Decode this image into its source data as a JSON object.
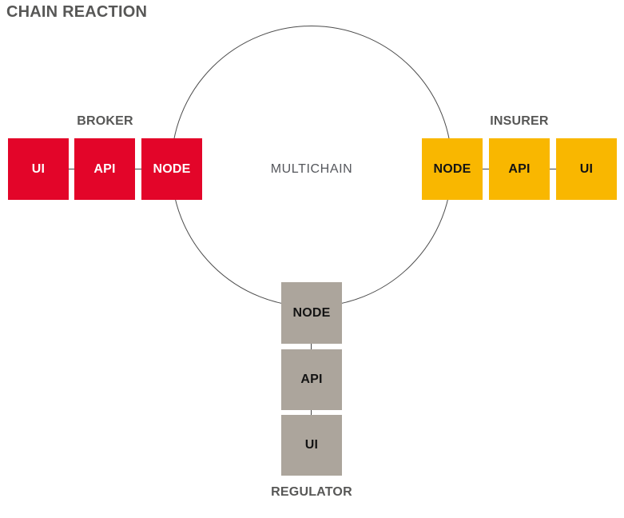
{
  "title": "CHAIN REACTION",
  "title_color": "#575756",
  "diagram": {
    "center_label": "MULTICHAIN",
    "center_label_color": "#55575c",
    "circle_color": "#4c4c4c",
    "connector_color": "#444444",
    "label_color": "#575756",
    "groups": {
      "broker": {
        "label": "BROKER",
        "color": "#e30529",
        "text_color": "#ffffff",
        "items": [
          "UI",
          "API",
          "NODE"
        ]
      },
      "insurer": {
        "label": "INSURER",
        "color": "#f9b700",
        "text_color": "#141414",
        "items": [
          "NODE",
          "API",
          "UI"
        ]
      },
      "regulator": {
        "label": "REGULATOR",
        "color": "#aca59c",
        "text_color": "#141414",
        "items": [
          "NODE",
          "API",
          "UI"
        ]
      }
    }
  }
}
